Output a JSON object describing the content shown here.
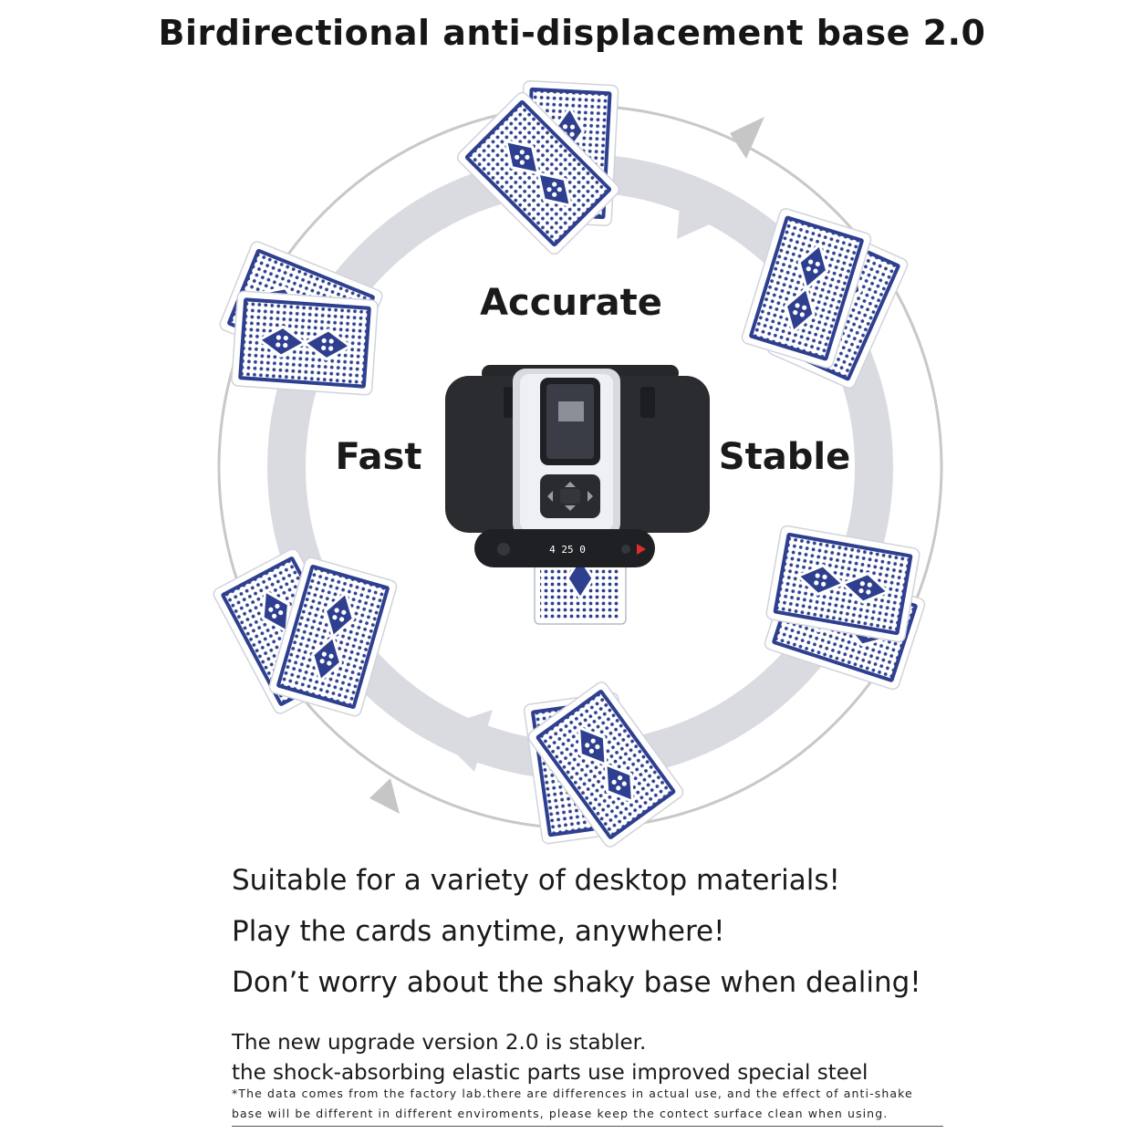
{
  "title": "Birdirectional anti-displacement base 2.0",
  "features": {
    "top": "Accurate",
    "left": "Fast",
    "right": "Stable"
  },
  "device_display": "4 25 0",
  "headline_lines": [
    "Suitable for a variety of desktop materials!",
    "Play the cards anytime, anywhere!",
    "Don’t worry about the shaky base when dealing!"
  ],
  "sub_lines": [
    "The new upgrade version 2.0 is stabler.",
    "the shock-absorbing elastic parts use improved special steel"
  ],
  "footnote_lines": [
    "*The data comes from the factory lab.there are differences in actual use, and the effect of anti-shake",
    " base will be different in different enviroments, please keep the contect surface clean when using."
  ],
  "colors": {
    "card_blue": "#2e3f8f",
    "ring_outline": "#c8c8c8",
    "arrow_band": "#d9dbe0",
    "device_body": "#2b2c30",
    "device_panel": "#d7dadf"
  }
}
